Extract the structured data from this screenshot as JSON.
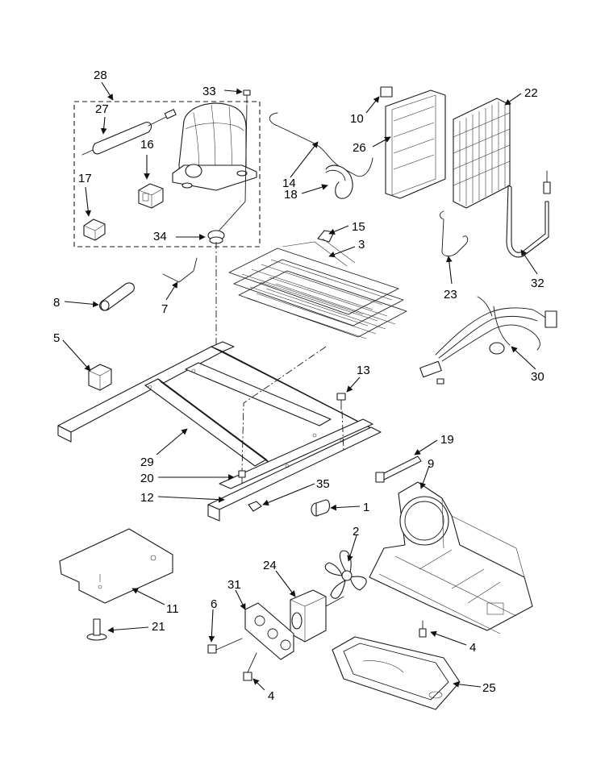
{
  "diagram": {
    "callouts": [
      "28",
      "27",
      "33",
      "16",
      "17",
      "34",
      "10",
      "26",
      "22",
      "14",
      "18",
      "15",
      "3",
      "23",
      "32",
      "8",
      "7",
      "5",
      "30",
      "13",
      "29",
      "19",
      "9",
      "20",
      "35",
      "12",
      "1",
      "2",
      "24",
      "31",
      "11",
      "6",
      "21",
      "4",
      "4",
      "25"
    ]
  },
  "colors": {
    "line": "#1a1a1a",
    "background": "#ffffff"
  }
}
